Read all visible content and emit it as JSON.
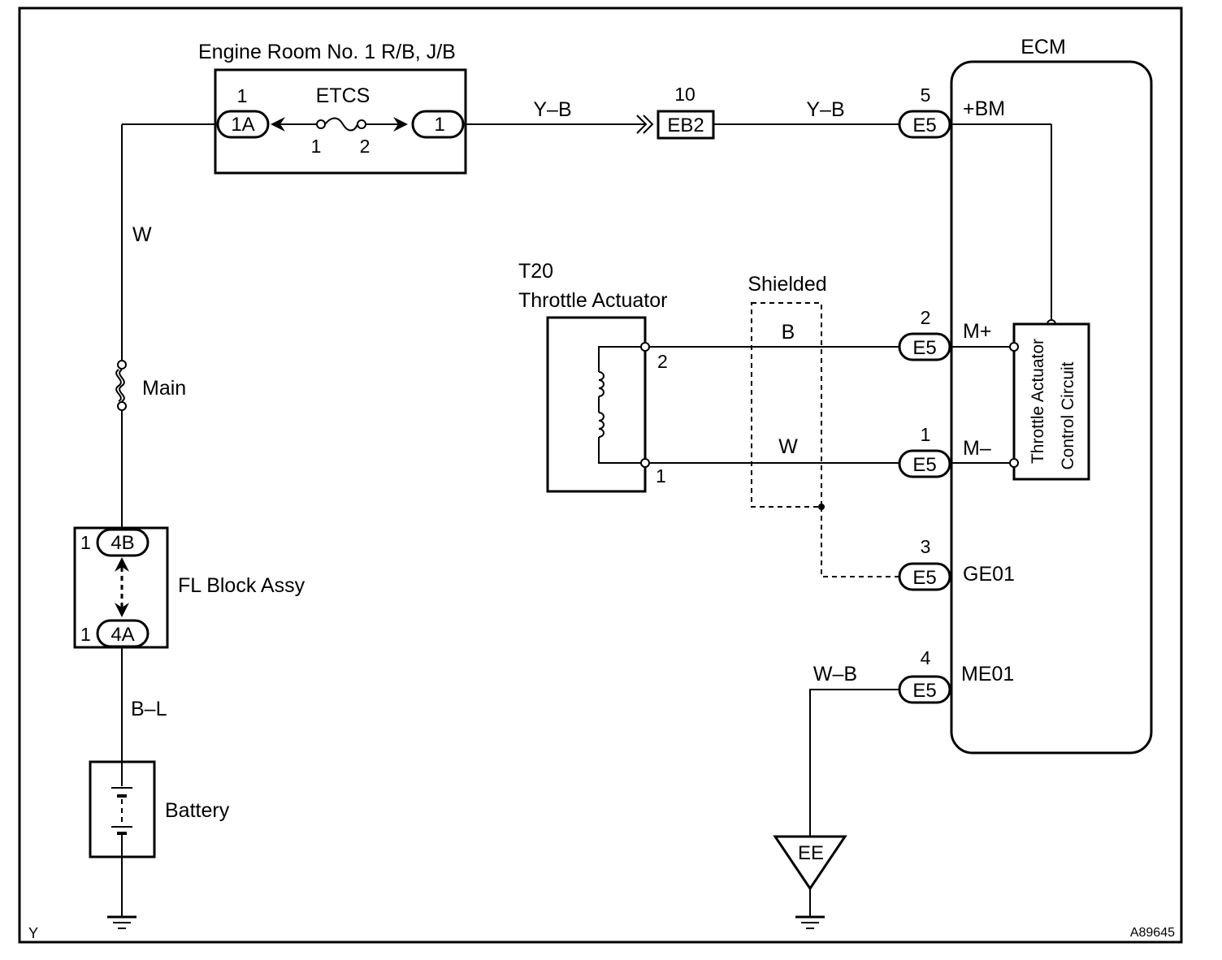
{
  "labels": {
    "engine_room": "Engine Room No. 1 R/B, J/B",
    "etcs": "ETCS",
    "ecm": "ECM",
    "throttle_code": "T20",
    "throttle_name": "Throttle Actuator",
    "shielded": "Shielded",
    "main": "Main",
    "fl_block": "FL Block Assy",
    "battery": "Battery",
    "ee": "EE",
    "tac_line1": "Throttle Actuator",
    "tac_line2": "Control Circuit",
    "corner_left": "Y",
    "corner_right": "A89645"
  },
  "wires": {
    "w_left": "W",
    "yb1": "Y–B",
    "yb2": "Y–B",
    "b": "B",
    "w_mid": "W",
    "bl": "B–L",
    "wb": "W–B"
  },
  "connectors": {
    "c1a": "1A",
    "c1": "1",
    "eb2": "EB2",
    "e5_bm": "E5",
    "e5_mp": "E5",
    "e5_mm": "E5",
    "e5_ge": "E5",
    "e5_me": "E5",
    "c4b": "4B",
    "c4a": "4A"
  },
  "pins": {
    "p_1a": "1",
    "fuse_1": "1",
    "fuse_2": "2",
    "eb2_num": "10",
    "bm_num": "5",
    "mp_num": "2",
    "mm_num": "1",
    "ge_num": "3",
    "me_num": "4",
    "t20_2": "2",
    "t20_1": "1",
    "fl_4b": "1",
    "fl_4a": "1"
  },
  "terminals": {
    "bm": "+BM",
    "mp": "M+",
    "mm": "M–",
    "ge": "GE01",
    "me": "ME01"
  }
}
